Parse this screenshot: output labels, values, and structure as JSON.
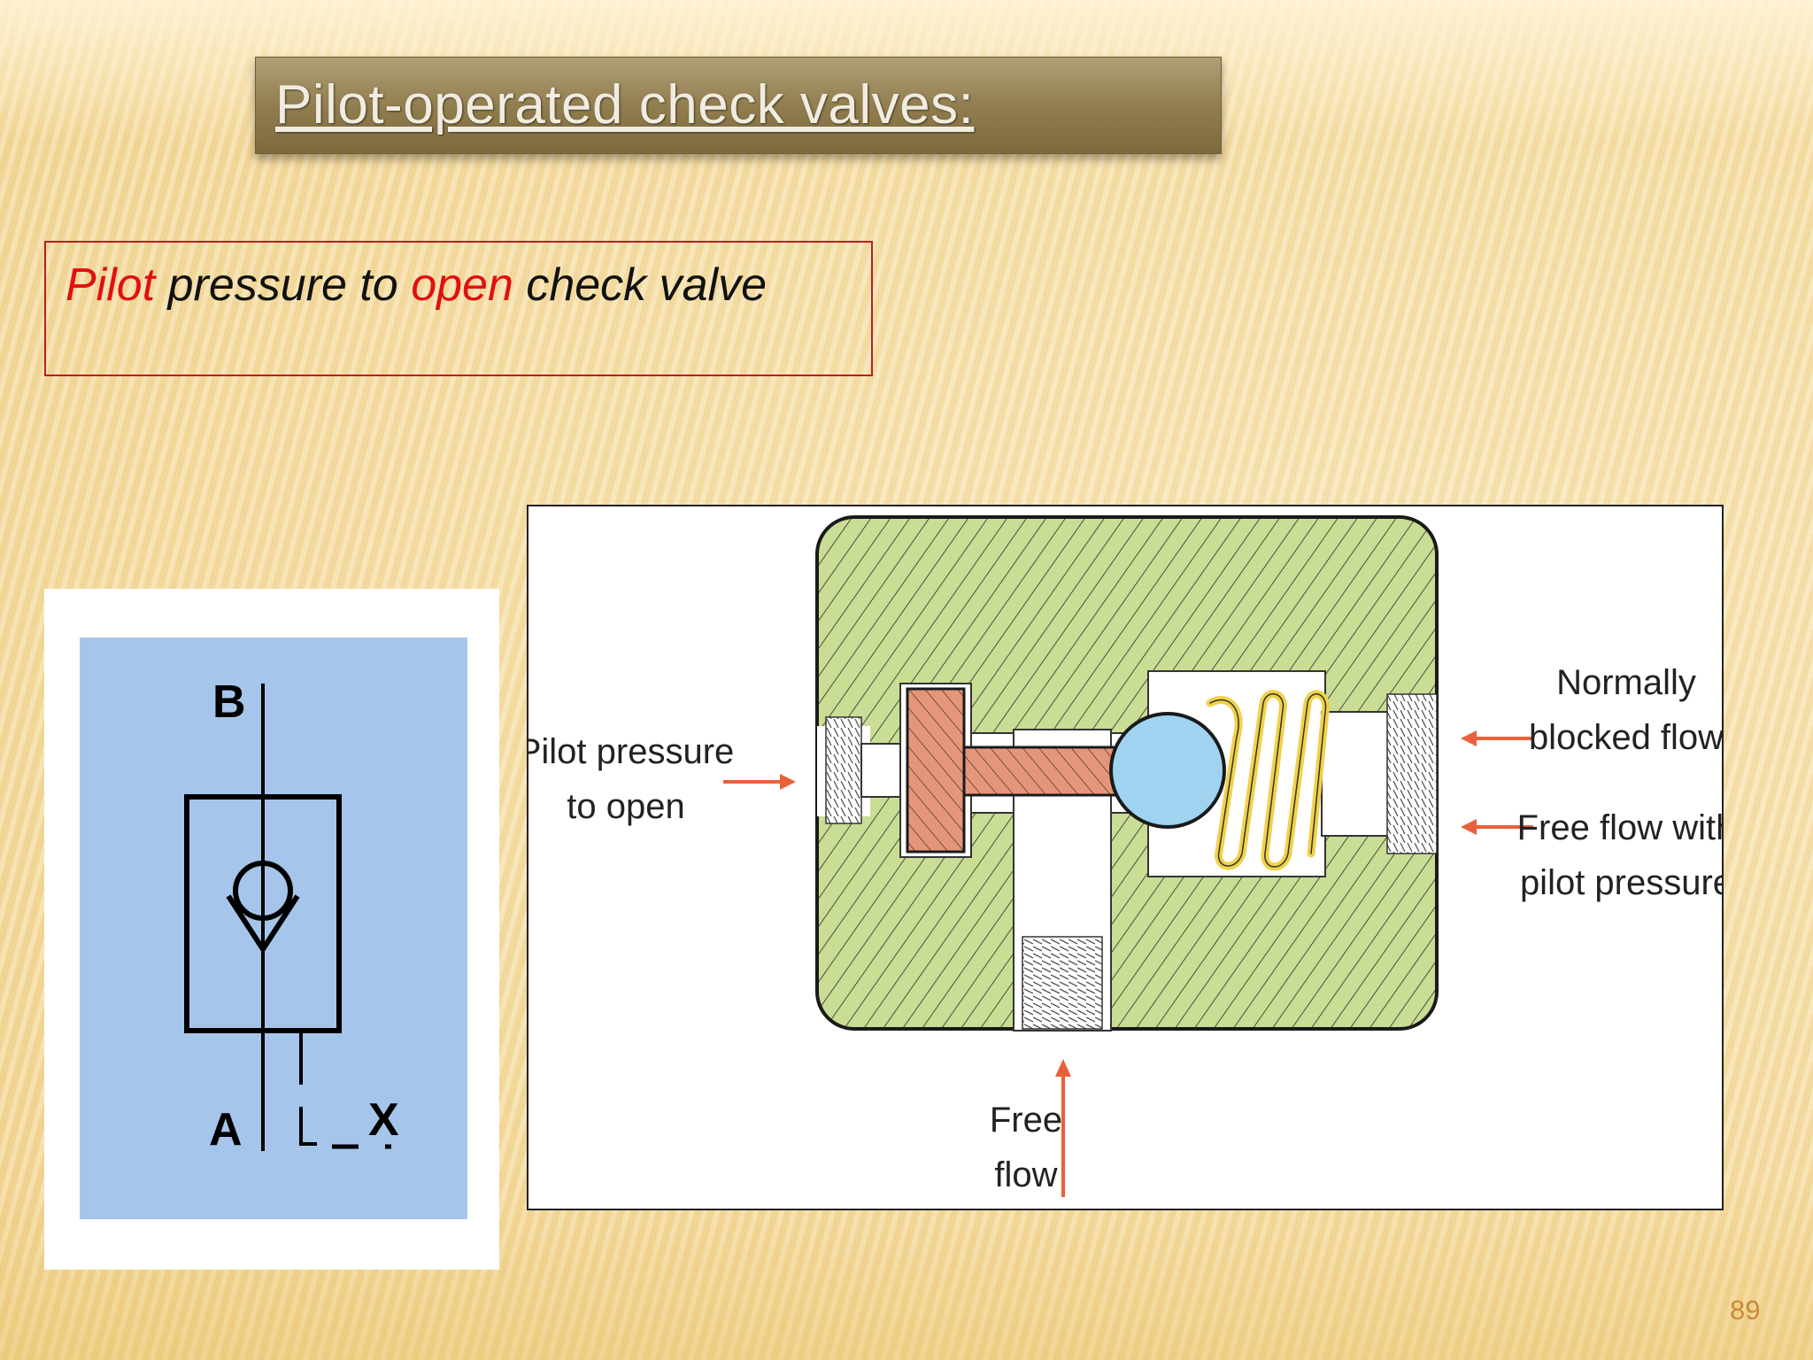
{
  "slide": {
    "title": "Pilot-operated check valves:",
    "page_number": "89"
  },
  "textbox": {
    "segments": [
      {
        "text": "Pilot",
        "color": "#e01010"
      },
      {
        "text": " pressure to ",
        "color": "#111111"
      },
      {
        "text": "open",
        "color": "#e01010"
      },
      {
        "text": " check valve",
        "color": "#111111"
      }
    ]
  },
  "symbol": {
    "label_b": "B",
    "label_a": "A",
    "label_x": "X"
  },
  "valve_diagram": {
    "label_pilot_line1": "Pilot pressure",
    "label_pilot_line2": "to open",
    "label_normally_line1": "Normally",
    "label_normally_line2": "blocked flow",
    "label_freeflow_pilot_line1": "Free flow with",
    "label_freeflow_pilot_line2": "pilot pressure",
    "label_free_line1": "Free",
    "label_free_line2": "flow"
  },
  "colors": {
    "body_hatch": "#c9dd94",
    "piston": "#e5967a",
    "ball": "#9fd3f0",
    "spring": "#f0d24a",
    "arrow": "#e8613a"
  }
}
